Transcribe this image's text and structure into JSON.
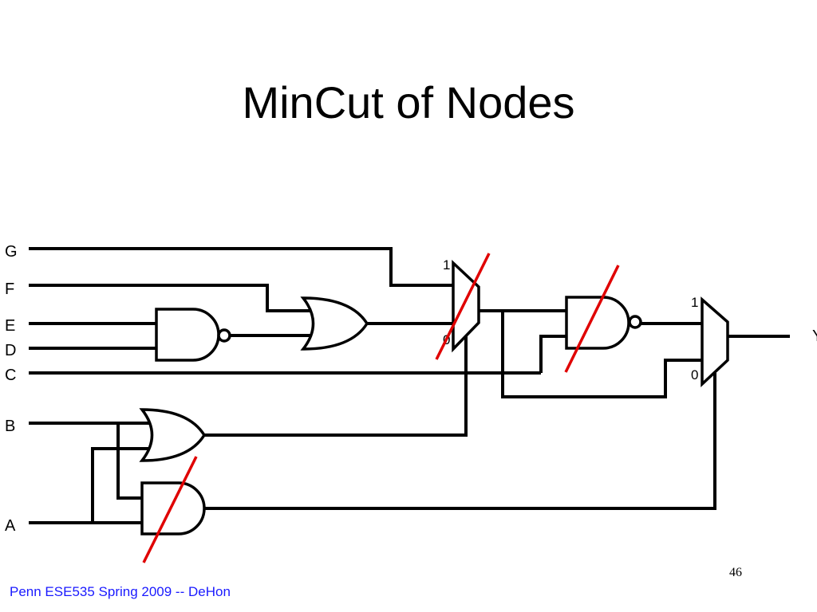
{
  "slide": {
    "title": "MinCut of Nodes",
    "page_number": "46",
    "footer": "Penn ESE535 Spring 2009 -- DeHon"
  },
  "circuit": {
    "inputs": [
      "G",
      "F",
      "E",
      "D",
      "C",
      "B",
      "A"
    ],
    "mux1": {
      "label_1": "1",
      "label_0": "0"
    },
    "mux2": {
      "label_1": "1",
      "label_0": "0"
    },
    "output_label": "Y"
  },
  "colors": {
    "footer_text": "#1a1aff",
    "cut_line": "#e00000",
    "wire": "#000000"
  }
}
